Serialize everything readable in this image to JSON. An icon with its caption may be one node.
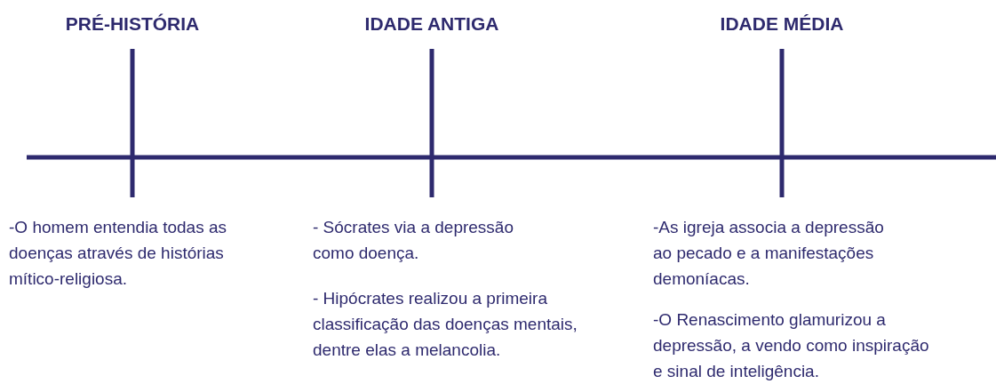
{
  "diagram": {
    "labels": [
      "PRÉ-HISTÓRIA",
      "IDADE ANTIGA",
      "IDADE MÉDIA",
      "-O homem entendia todas as doenças através de histórias mítico-religiosa.",
      "- Sócrates via a depressão como doença.",
      "- Hipócrates realizou a primeira classificação das doenças mentais, dentre elas a melancolia.",
      "-As igreja associa a depressão ao pecado e a manifestações demoníacas.",
      "-O Renascimento glamurizou a depressão, a vendo como inspiração e sinal de inteligência."
    ]
  }
}
